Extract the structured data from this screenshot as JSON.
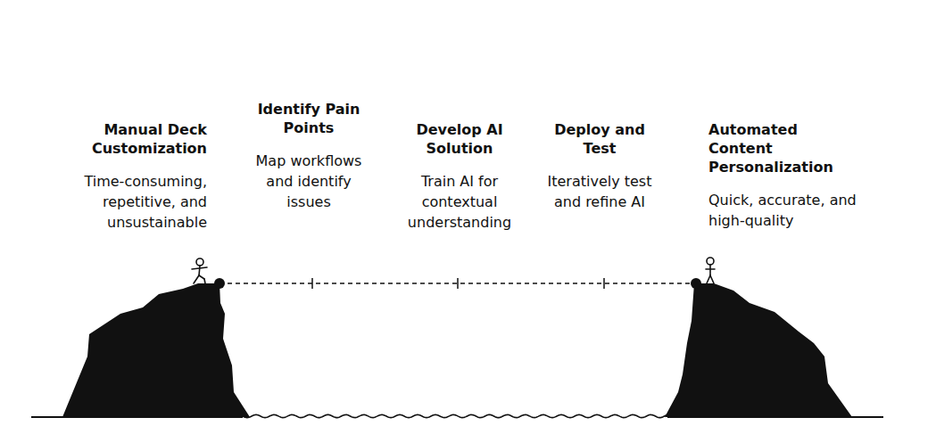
{
  "diagram": {
    "labels": [
      "Manual Deck Customization",
      "Time-consuming, repetitive, and unsustainable",
      "Identify Pain Points",
      "Map workflows and identify issues",
      "Develop AI Solution",
      "Train AI for contextual understanding",
      "Deploy and Test",
      "Iteratively test and refine AI",
      "Automated Content Personalization",
      "Quick, accurate, and high-quality"
    ]
  }
}
